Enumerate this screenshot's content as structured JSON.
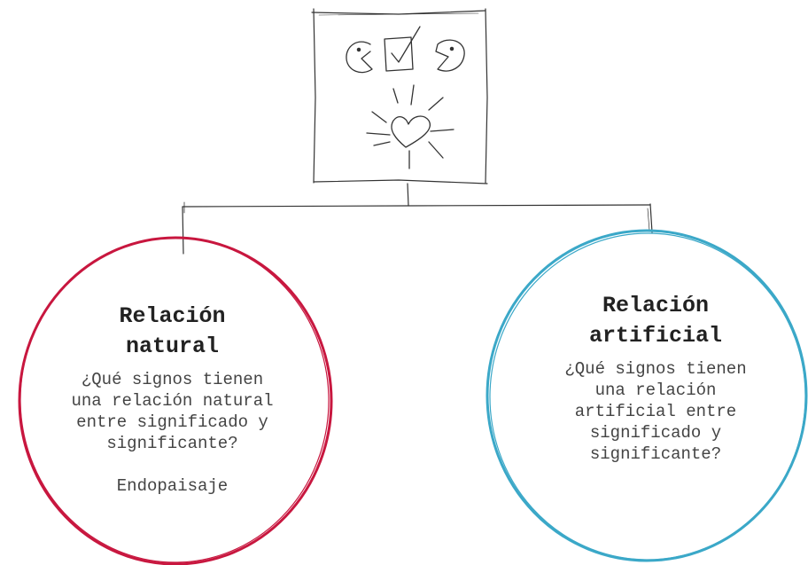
{
  "colors": {
    "left_circle": "#c8173f",
    "right_circle": "#3ba8c8",
    "sketch_stroke": "#333333"
  },
  "top_box": {
    "icon": "sketch-illustration-faces-checkbox-heart"
  },
  "left_node": {
    "title_line1": "Relación",
    "title_line2": "natural",
    "question_line1": "¿Qué signos tienen",
    "question_line2": "una relación natural",
    "question_line3": "entre significado y",
    "question_line4": "significante?",
    "note": "Endopaisaje"
  },
  "right_node": {
    "title_line1": "Relación",
    "title_line2": "artificial",
    "question_line1": "¿Qué signos tienen",
    "question_line2": "una relación",
    "question_line3": "artificial entre",
    "question_line4": "significado y",
    "question_line5": "significante?"
  }
}
